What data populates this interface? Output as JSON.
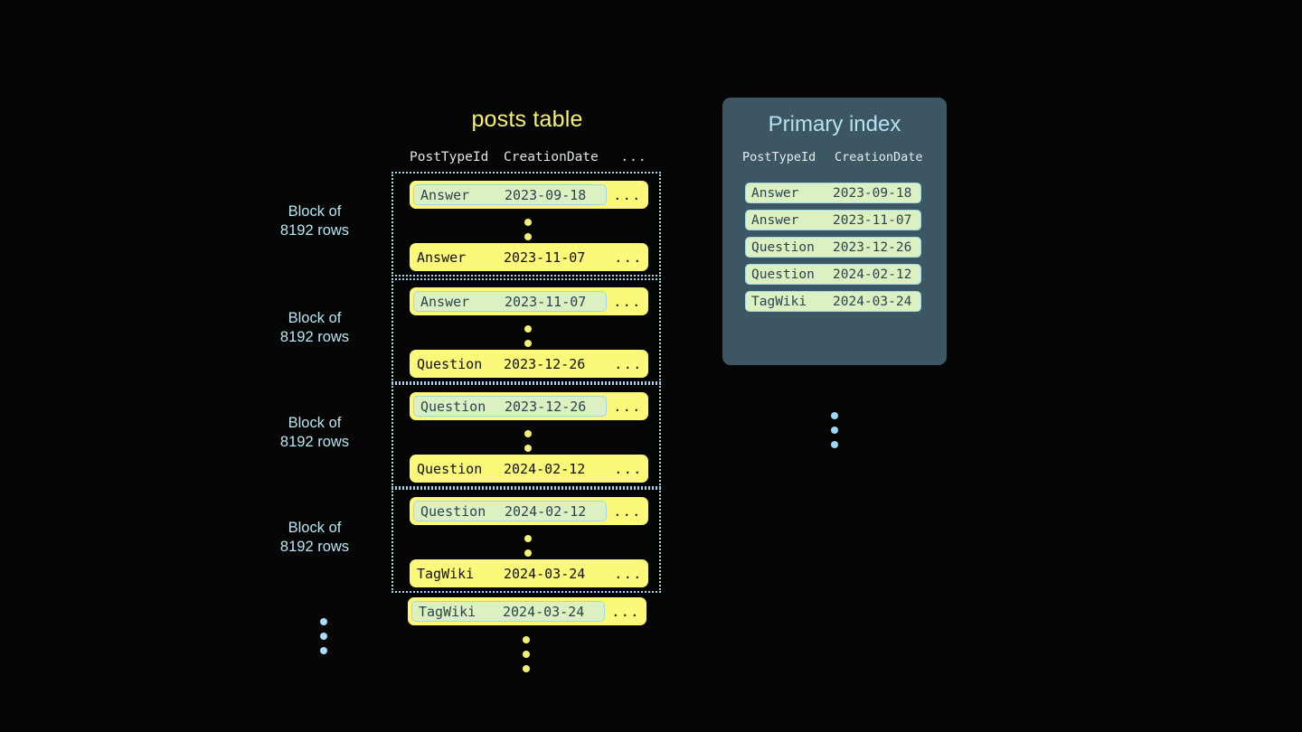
{
  "posts_table": {
    "title": "posts table",
    "columns": [
      "PostTypeId",
      "CreationDate",
      "..."
    ],
    "ellipsis": "...",
    "blocks": [
      {
        "label_line1": "Block of",
        "label_line2": "8192 rows",
        "first_row": {
          "type": "Answer",
          "date": "2023-09-18",
          "tail": "...",
          "highlighted": true
        },
        "last_row": {
          "type": "Answer",
          "date": "2023-11-07",
          "tail": "...",
          "highlighted": false
        }
      },
      {
        "label_line1": "Block of",
        "label_line2": "8192 rows",
        "first_row": {
          "type": "Answer",
          "date": "2023-11-07",
          "tail": "...",
          "highlighted": true
        },
        "last_row": {
          "type": "Question",
          "date": "2023-12-26",
          "tail": "...",
          "highlighted": false
        }
      },
      {
        "label_line1": "Block of",
        "label_line2": "8192 rows",
        "first_row": {
          "type": "Question",
          "date": "2023-12-26",
          "tail": "...",
          "highlighted": true
        },
        "last_row": {
          "type": "Question",
          "date": "2024-02-12",
          "tail": "...",
          "highlighted": false
        }
      },
      {
        "label_line1": "Block of",
        "label_line2": "8192 rows",
        "first_row": {
          "type": "Question",
          "date": "2024-02-12",
          "tail": "...",
          "highlighted": true
        },
        "last_row": {
          "type": "TagWiki",
          "date": "2024-03-24",
          "tail": "...",
          "highlighted": false
        }
      }
    ],
    "trailing_row": {
      "type": "TagWiki",
      "date": "2024-03-24",
      "tail": "...",
      "highlighted": true
    }
  },
  "primary_index": {
    "title": "Primary index",
    "columns": [
      "PostTypeId",
      "CreationDate"
    ],
    "rows": [
      {
        "type": "Answer",
        "date": "2023-09-18"
      },
      {
        "type": "Answer",
        "date": "2023-11-07"
      },
      {
        "type": "Question",
        "date": "2023-12-26"
      },
      {
        "type": "Question",
        "date": "2024-02-12"
      },
      {
        "type": "TagWiki",
        "date": "2024-03-24"
      }
    ]
  },
  "colors": {
    "background": "#050505",
    "row_yellow": "#fbf87a",
    "highlight_green": "#ddf0c2",
    "accent_blue": "#9fd8e8",
    "panel_slate": "#3c5663",
    "title_yellow": "#f5f36e",
    "title_blue": "#b5e2f1"
  }
}
